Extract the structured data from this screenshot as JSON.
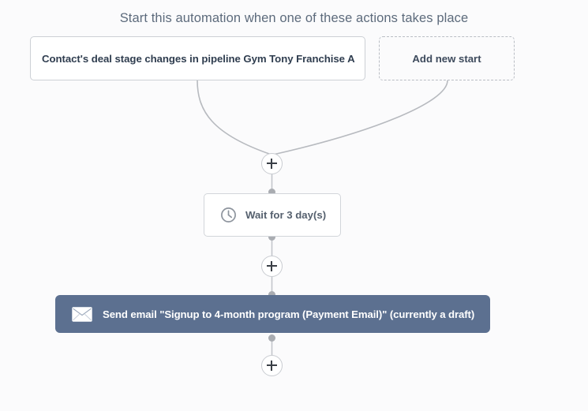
{
  "heading": "Start this automation when one of these actions takes place",
  "starts": [
    {
      "label": "Contact's deal stage changes in pipeline Gym Tony Franchise A",
      "style": "solid"
    },
    {
      "label": "Add new start",
      "style": "dashed"
    }
  ],
  "steps": [
    {
      "type": "wait",
      "icon": "clock-icon",
      "label": "Wait for 3 day(s)"
    },
    {
      "type": "email",
      "icon": "envelope-icon",
      "label": "Send email \"Signup to 4-month program (Payment Email)\" (currently a draft)"
    }
  ],
  "add_buttons": [
    {
      "label": "+",
      "position": "after-start"
    },
    {
      "label": "+",
      "position": "after-wait"
    },
    {
      "label": "+",
      "position": "after-email"
    }
  ],
  "colors": {
    "background": "#fbfbfc",
    "heading_text": "#5d6b7c",
    "start_border": "#ccd0d5",
    "dashed_border": "#b9bdc4",
    "start_text": "#2f3d4f",
    "connector_line": "#b7babf",
    "dot": "#a9acb1",
    "wait_text": "#55606e",
    "email_background": "#5c7090",
    "email_text": "#ffffff",
    "plus_glyph": "#3a3f46"
  }
}
